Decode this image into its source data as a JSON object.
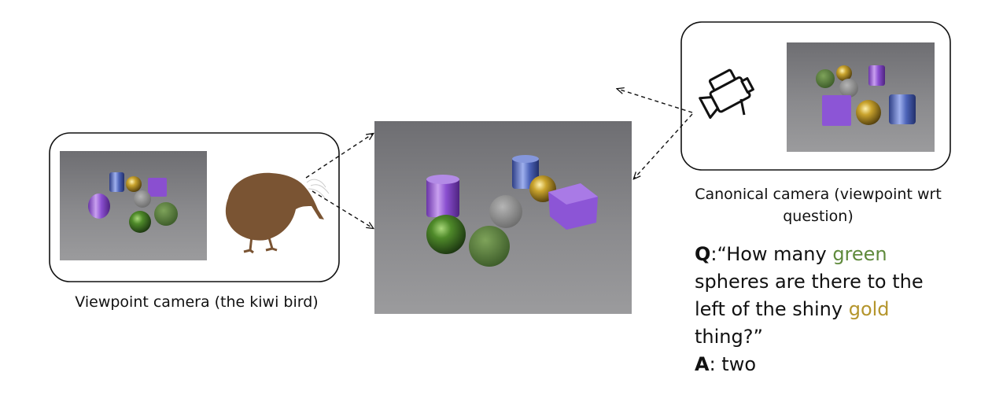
{
  "captions": {
    "viewpoint": "Viewpoint camera (the kiwi bird)",
    "canonical": "Canonical camera (viewpoint wrt question)"
  },
  "qa": {
    "q_label": "Q",
    "q_text_1": ":“How many ",
    "q_word_green": "green",
    "q_text_2": " spheres are there to the left of the shiny ",
    "q_word_gold": "gold",
    "q_text_3": " thing?”",
    "a_label": "A",
    "a_text": ": two"
  },
  "colors": {
    "green_word": "#5f8a3c",
    "gold_word": "#b4952c",
    "kiwi": "#7a5433",
    "purple": "#8a4fd0",
    "blue": "#4c63b8",
    "gold": "#c9a32d",
    "green": "#4f7a2c",
    "gray": "#8d8d8d"
  }
}
